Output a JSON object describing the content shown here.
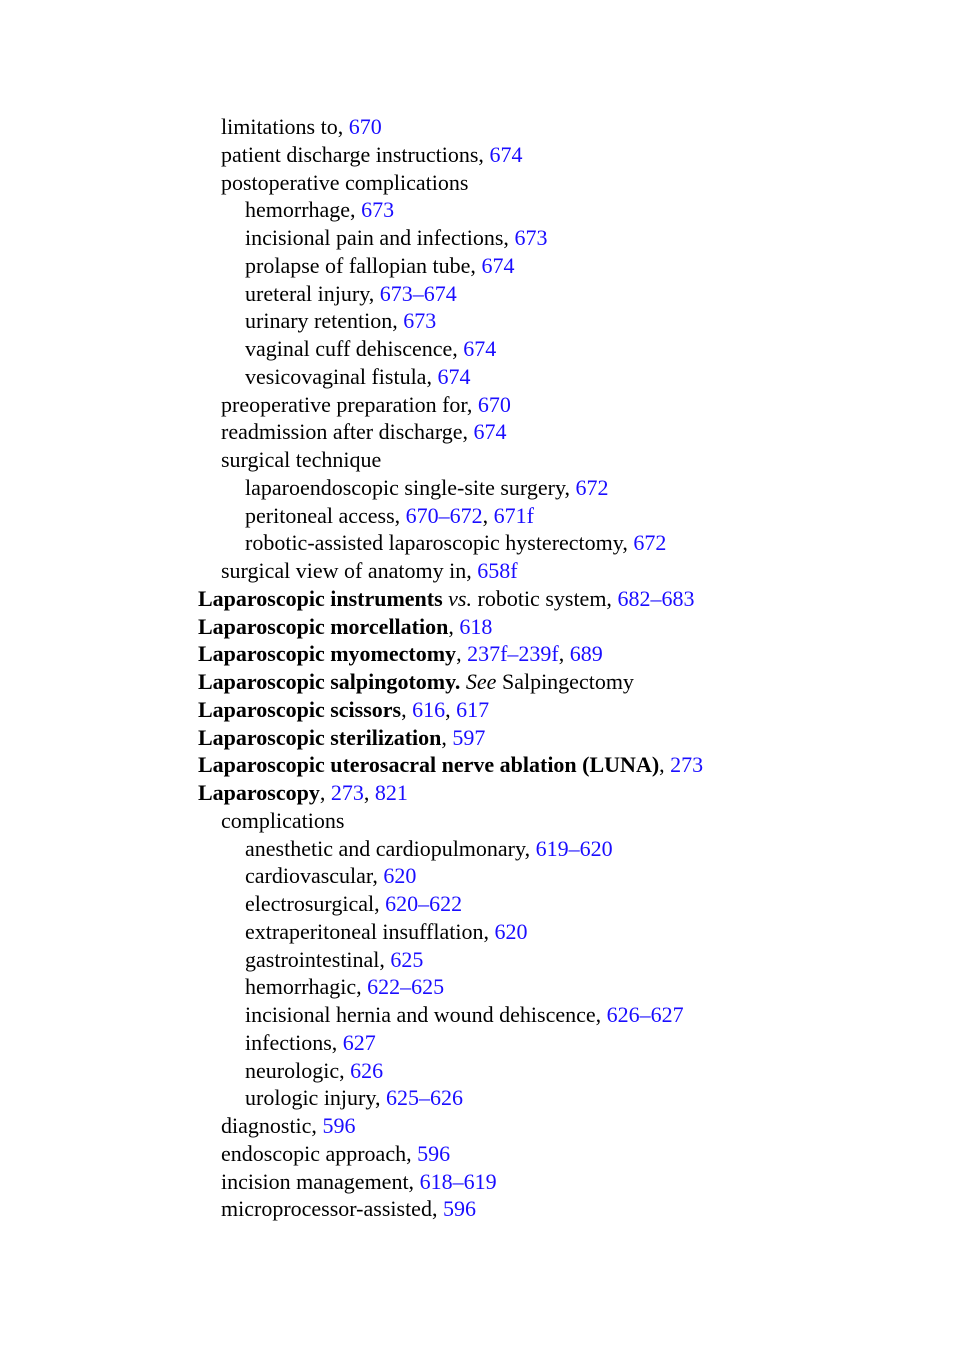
{
  "entries": [
    {
      "level": 1,
      "parts": [
        {
          "t": "text",
          "v": "limitations to, "
        },
        {
          "t": "link",
          "v": "670"
        }
      ]
    },
    {
      "level": 1,
      "parts": [
        {
          "t": "text",
          "v": "patient discharge instructions, "
        },
        {
          "t": "link",
          "v": "674"
        }
      ]
    },
    {
      "level": 1,
      "parts": [
        {
          "t": "text",
          "v": "postoperative complications"
        }
      ]
    },
    {
      "level": 2,
      "parts": [
        {
          "t": "text",
          "v": "hemorrhage, "
        },
        {
          "t": "link",
          "v": "673"
        }
      ]
    },
    {
      "level": 2,
      "parts": [
        {
          "t": "text",
          "v": "incisional pain and infections, "
        },
        {
          "t": "link",
          "v": "673"
        }
      ]
    },
    {
      "level": 2,
      "parts": [
        {
          "t": "text",
          "v": "prolapse of fallopian tube, "
        },
        {
          "t": "link",
          "v": "674"
        }
      ]
    },
    {
      "level": 2,
      "parts": [
        {
          "t": "text",
          "v": "ureteral injury, "
        },
        {
          "t": "link",
          "v": "673–674"
        }
      ]
    },
    {
      "level": 2,
      "parts": [
        {
          "t": "text",
          "v": "urinary retention, "
        },
        {
          "t": "link",
          "v": "673"
        }
      ]
    },
    {
      "level": 2,
      "parts": [
        {
          "t": "text",
          "v": "vaginal cuff dehiscence, "
        },
        {
          "t": "link",
          "v": "674"
        }
      ]
    },
    {
      "level": 2,
      "parts": [
        {
          "t": "text",
          "v": "vesicovaginal fistula, "
        },
        {
          "t": "link",
          "v": "674"
        }
      ]
    },
    {
      "level": 1,
      "parts": [
        {
          "t": "text",
          "v": "preoperative preparation for, "
        },
        {
          "t": "link",
          "v": "670"
        }
      ]
    },
    {
      "level": 1,
      "parts": [
        {
          "t": "text",
          "v": "readmission after discharge, "
        },
        {
          "t": "link",
          "v": "674"
        }
      ]
    },
    {
      "level": 1,
      "parts": [
        {
          "t": "text",
          "v": "surgical technique"
        }
      ]
    },
    {
      "level": 2,
      "parts": [
        {
          "t": "text",
          "v": "laparoendoscopic single-site surgery, "
        },
        {
          "t": "link",
          "v": "672"
        }
      ]
    },
    {
      "level": 2,
      "parts": [
        {
          "t": "text",
          "v": "peritoneal access, "
        },
        {
          "t": "link",
          "v": "670–672"
        },
        {
          "t": "text",
          "v": ", "
        },
        {
          "t": "link",
          "v": "671f"
        }
      ]
    },
    {
      "level": 2,
      "parts": [
        {
          "t": "text",
          "v": "robotic-assisted laparoscopic hysterectomy, "
        },
        {
          "t": "link",
          "v": "672"
        }
      ]
    },
    {
      "level": 1,
      "parts": [
        {
          "t": "text",
          "v": "surgical view of anatomy in, "
        },
        {
          "t": "link",
          "v": "658f"
        }
      ]
    },
    {
      "level": 0,
      "parts": [
        {
          "t": "bold",
          "v": "Laparoscopic instruments"
        },
        {
          "t": "text",
          "v": " "
        },
        {
          "t": "italic",
          "v": "vs."
        },
        {
          "t": "text",
          "v": " robotic system, "
        },
        {
          "t": "link",
          "v": "682–683"
        }
      ]
    },
    {
      "level": 0,
      "parts": [
        {
          "t": "bold",
          "v": "Laparoscopic morcellation"
        },
        {
          "t": "text",
          "v": ", "
        },
        {
          "t": "link",
          "v": "618"
        }
      ]
    },
    {
      "level": 0,
      "parts": [
        {
          "t": "bold",
          "v": "Laparoscopic myomectomy"
        },
        {
          "t": "text",
          "v": ", "
        },
        {
          "t": "link",
          "v": "237f–239f"
        },
        {
          "t": "text",
          "v": ", "
        },
        {
          "t": "link",
          "v": "689"
        }
      ]
    },
    {
      "level": 0,
      "parts": [
        {
          "t": "bold",
          "v": "Laparoscopic salpingotomy."
        },
        {
          "t": "text",
          "v": " "
        },
        {
          "t": "italic",
          "v": "See"
        },
        {
          "t": "text",
          "v": " Salpingectomy"
        }
      ]
    },
    {
      "level": 0,
      "parts": [
        {
          "t": "bold",
          "v": "Laparoscopic scissors"
        },
        {
          "t": "text",
          "v": ", "
        },
        {
          "t": "link",
          "v": "616"
        },
        {
          "t": "text",
          "v": ", "
        },
        {
          "t": "link",
          "v": "617"
        }
      ]
    },
    {
      "level": 0,
      "parts": [
        {
          "t": "bold",
          "v": "Laparoscopic sterilization"
        },
        {
          "t": "text",
          "v": ", "
        },
        {
          "t": "link",
          "v": "597"
        }
      ]
    },
    {
      "level": 0,
      "parts": [
        {
          "t": "bold",
          "v": "Laparoscopic uterosacral nerve ablation (LUNA)"
        },
        {
          "t": "text",
          "v": ", "
        },
        {
          "t": "link",
          "v": "273"
        }
      ]
    },
    {
      "level": 0,
      "parts": [
        {
          "t": "bold",
          "v": "Laparoscopy"
        },
        {
          "t": "text",
          "v": ", "
        },
        {
          "t": "link",
          "v": "273"
        },
        {
          "t": "text",
          "v": ", "
        },
        {
          "t": "link",
          "v": "821"
        }
      ]
    },
    {
      "level": 1,
      "parts": [
        {
          "t": "text",
          "v": "complications"
        }
      ]
    },
    {
      "level": 2,
      "parts": [
        {
          "t": "text",
          "v": "anesthetic and cardiopulmonary, "
        },
        {
          "t": "link",
          "v": "619–620"
        }
      ]
    },
    {
      "level": 2,
      "parts": [
        {
          "t": "text",
          "v": "cardiovascular, "
        },
        {
          "t": "link",
          "v": "620"
        }
      ]
    },
    {
      "level": 2,
      "parts": [
        {
          "t": "text",
          "v": "electrosurgical, "
        },
        {
          "t": "link",
          "v": "620–622"
        }
      ]
    },
    {
      "level": 2,
      "parts": [
        {
          "t": "text",
          "v": "extraperitoneal insufflation, "
        },
        {
          "t": "link",
          "v": "620"
        }
      ]
    },
    {
      "level": 2,
      "parts": [
        {
          "t": "text",
          "v": "gastrointestinal, "
        },
        {
          "t": "link",
          "v": "625"
        }
      ]
    },
    {
      "level": 2,
      "parts": [
        {
          "t": "text",
          "v": "hemorrhagic, "
        },
        {
          "t": "link",
          "v": "622–625"
        }
      ]
    },
    {
      "level": 2,
      "parts": [
        {
          "t": "text",
          "v": "incisional hernia and wound dehiscence, "
        },
        {
          "t": "link",
          "v": "626–627"
        }
      ]
    },
    {
      "level": 2,
      "parts": [
        {
          "t": "text",
          "v": "infections, "
        },
        {
          "t": "link",
          "v": "627"
        }
      ]
    },
    {
      "level": 2,
      "parts": [
        {
          "t": "text",
          "v": "neurologic, "
        },
        {
          "t": "link",
          "v": "626"
        }
      ]
    },
    {
      "level": 2,
      "parts": [
        {
          "t": "text",
          "v": "urologic injury, "
        },
        {
          "t": "link",
          "v": "625–626"
        }
      ]
    },
    {
      "level": 1,
      "parts": [
        {
          "t": "text",
          "v": "diagnostic, "
        },
        {
          "t": "link",
          "v": "596"
        }
      ]
    },
    {
      "level": 1,
      "parts": [
        {
          "t": "text",
          "v": "endoscopic approach, "
        },
        {
          "t": "link",
          "v": "596"
        }
      ]
    },
    {
      "level": 1,
      "parts": [
        {
          "t": "text",
          "v": "incision management, "
        },
        {
          "t": "link",
          "v": "618–619"
        }
      ]
    },
    {
      "level": 1,
      "parts": [
        {
          "t": "text",
          "v": "microprocessor-assisted, "
        },
        {
          "t": "link",
          "v": "596"
        }
      ]
    }
  ]
}
